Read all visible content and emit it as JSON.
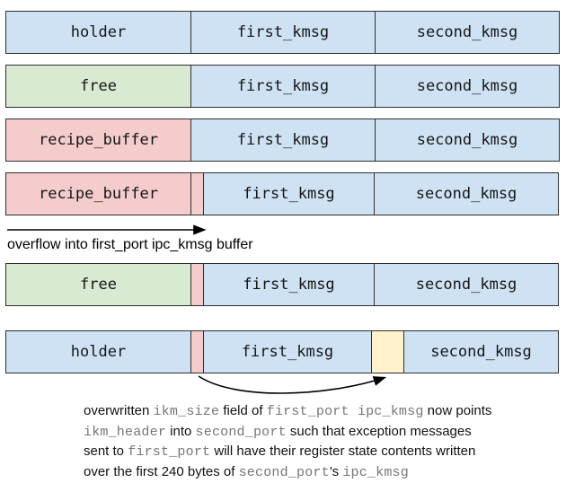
{
  "colors": {
    "kmsg_blue": "#cfe2f3",
    "free_green": "#d9ead3",
    "overflow_pink": "#f4cccc",
    "overwritten_yellow": "#fff2cc",
    "box_border": "#2e2e2e",
    "code_gray": "#767676",
    "text_black": "#111111"
  },
  "rows": [
    {
      "cells": [
        {
          "label": "holder",
          "color": "blue"
        },
        {
          "label": "first_kmsg",
          "color": "blue"
        },
        {
          "label": "second_kmsg",
          "color": "blue"
        }
      ]
    },
    {
      "cells": [
        {
          "label": "free",
          "color": "green"
        },
        {
          "label": "first_kmsg",
          "color": "blue"
        },
        {
          "label": "second_kmsg",
          "color": "blue"
        }
      ]
    },
    {
      "cells": [
        {
          "label": "recipe_buffer",
          "color": "pink"
        },
        {
          "label": "first_kmsg",
          "color": "blue"
        },
        {
          "label": "second_kmsg",
          "color": "blue"
        }
      ]
    },
    {
      "cells": [
        {
          "label": "recipe_buffer",
          "color": "pink"
        },
        {
          "label": "",
          "color": "pink"
        },
        {
          "label": "first_kmsg",
          "color": "blue"
        },
        {
          "label": "second_kmsg",
          "color": "blue"
        }
      ]
    },
    {
      "cells": [
        {
          "label": "free",
          "color": "green"
        },
        {
          "label": "",
          "color": "pink"
        },
        {
          "label": "first_kmsg",
          "color": "blue"
        },
        {
          "label": "second_kmsg",
          "color": "blue"
        }
      ]
    },
    {
      "cells": [
        {
          "label": "holder",
          "color": "blue"
        },
        {
          "label": "",
          "color": "pink"
        },
        {
          "label": "first_kmsg",
          "color": "blue"
        },
        {
          "label": "",
          "color": "yellow"
        },
        {
          "label": "second_kmsg",
          "color": "blue"
        }
      ]
    }
  ],
  "overflow_annotation": {
    "label": "overflow into first_port ipc_kmsg buffer"
  },
  "caption": {
    "lines": [
      {
        "segments": [
          {
            "text": "overwritten ",
            "mono": false
          },
          {
            "text": "ikm_size",
            "mono": true
          },
          {
            "text": " field of ",
            "mono": false
          },
          {
            "text": "first_port ipc_kmsg",
            "mono": true
          },
          {
            "text": " now points",
            "mono": false
          }
        ]
      },
      {
        "segments": [
          {
            "text": "ikm_header",
            "mono": true
          },
          {
            "text": " into ",
            "mono": false
          },
          {
            "text": "second_port",
            "mono": true
          },
          {
            "text": " such that exception messages",
            "mono": false
          }
        ]
      },
      {
        "segments": [
          {
            "text": "sent to ",
            "mono": false
          },
          {
            "text": "first_port",
            "mono": true
          },
          {
            "text": " will have their register state contents written",
            "mono": false
          }
        ]
      },
      {
        "segments": [
          {
            "text": "over the first 240 bytes of ",
            "mono": false
          },
          {
            "text": "second_port",
            "mono": true
          },
          {
            "text": "'s ",
            "mono": false
          },
          {
            "text": "ipc_kmsg",
            "mono": true
          }
        ]
      }
    ]
  }
}
